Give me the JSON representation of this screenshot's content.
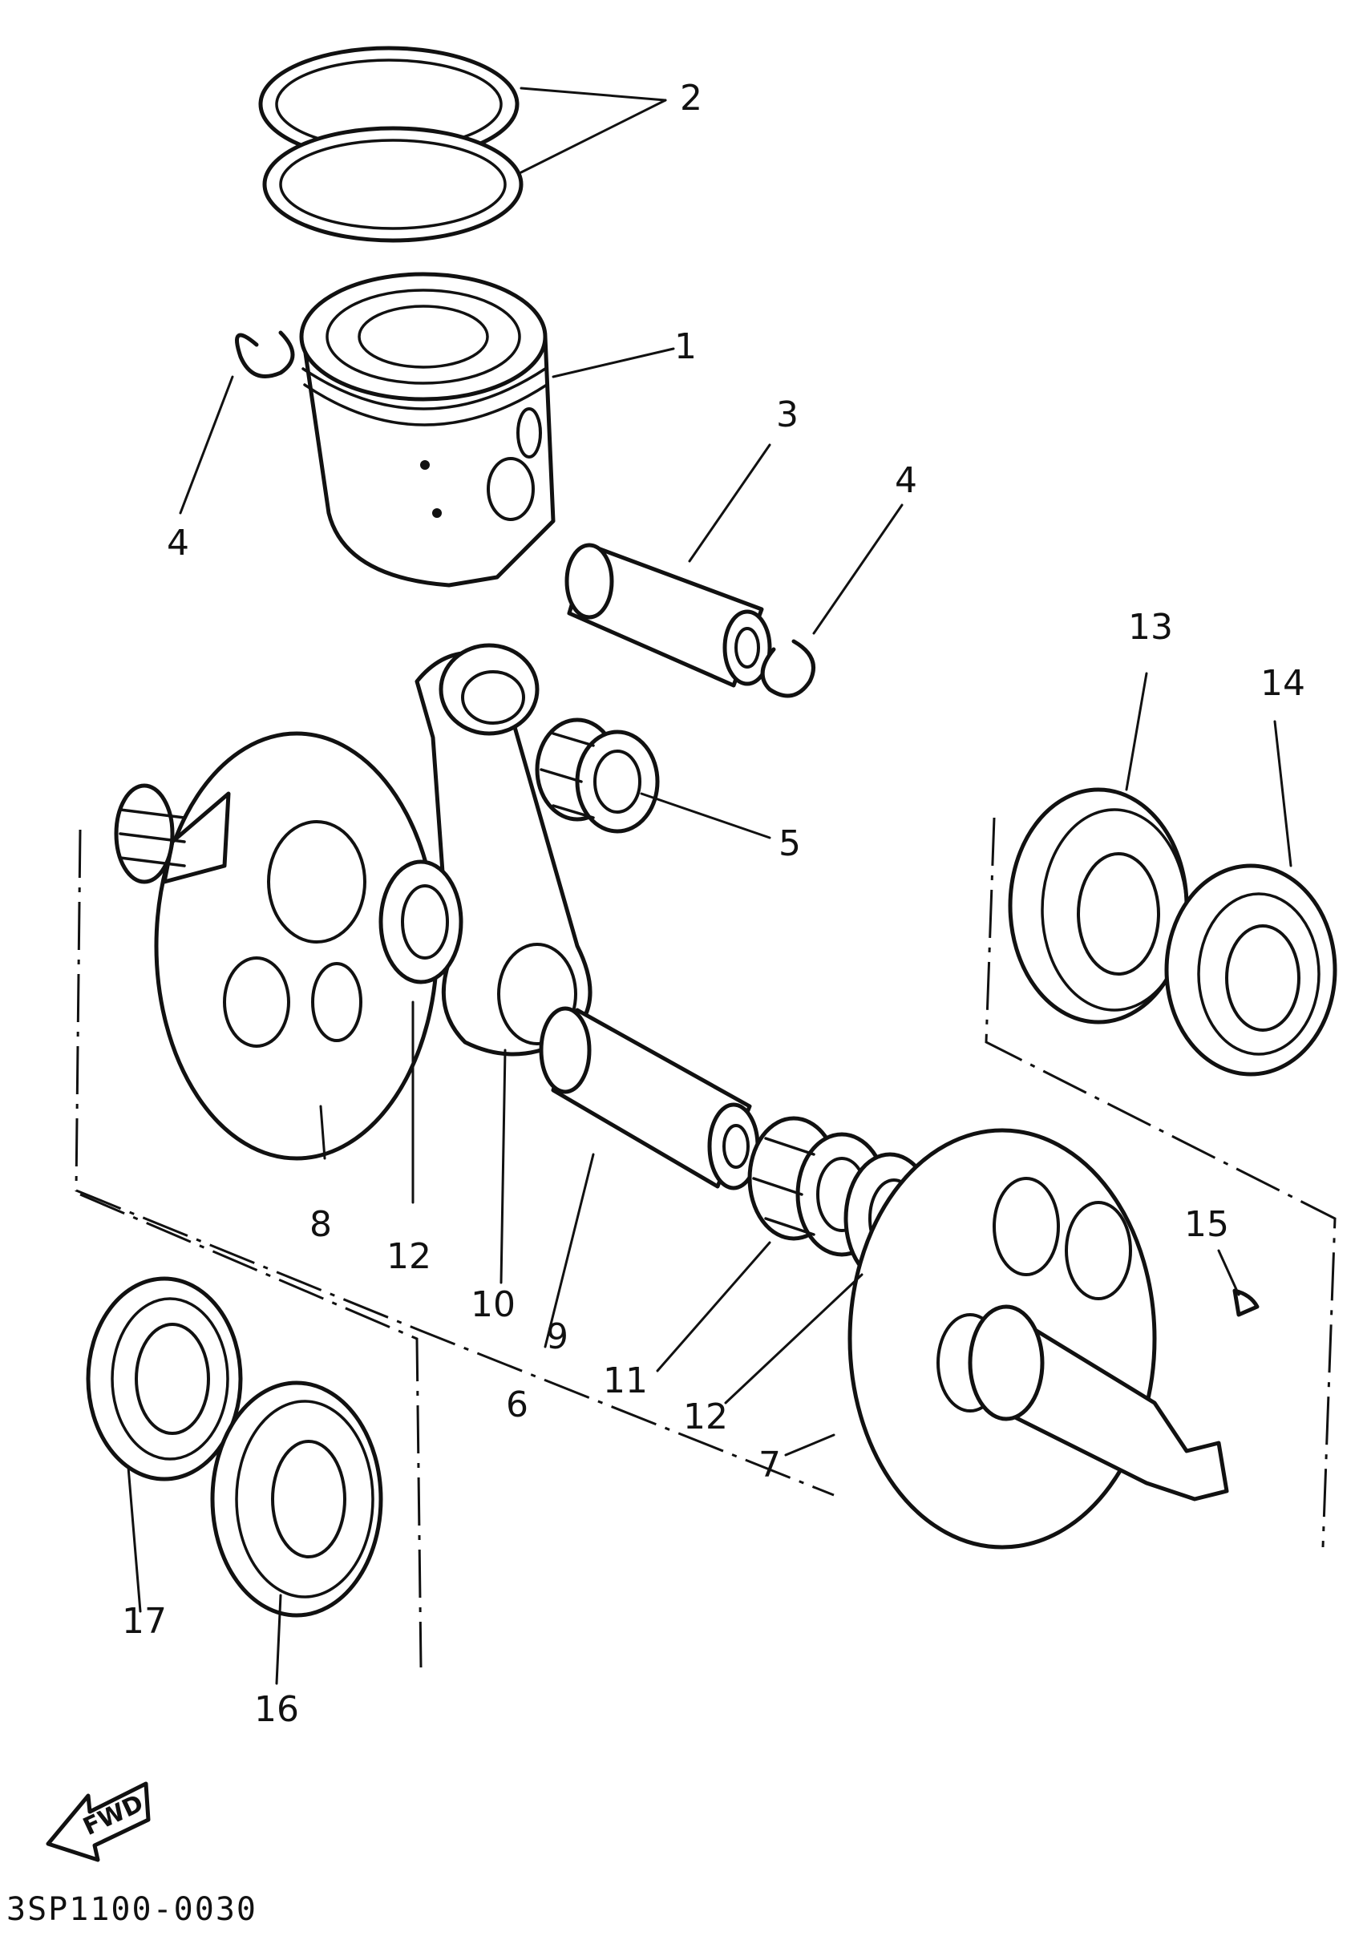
{
  "diagram": {
    "drawing_code": "3SP1100-0030",
    "direction_marker": "FWD",
    "callouts": [
      "1",
      "2",
      "3",
      "4",
      "4",
      "5",
      "6",
      "7",
      "8",
      "9",
      "10",
      "11",
      "12",
      "12",
      "13",
      "14",
      "15",
      "16",
      "17"
    ]
  }
}
